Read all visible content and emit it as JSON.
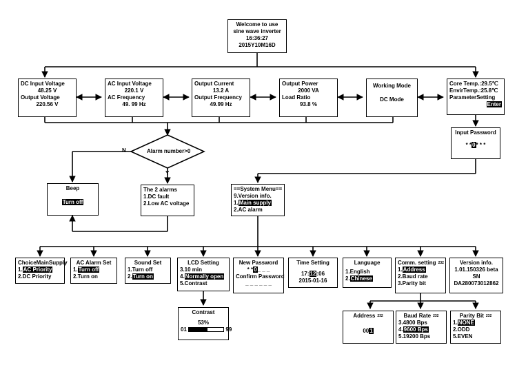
{
  "welcome": {
    "line1": "Welcome to use",
    "line2": "sine wave inverter",
    "time": "16:36:27",
    "date": "2015Y10M16D"
  },
  "screens": {
    "dc": {
      "l1": "DC Input Voltage",
      "v1": "48.25 V",
      "l2": "Output Voltage",
      "v2": "220.56 V"
    },
    "ac": {
      "l1": "AC Input Voltage",
      "v1": "220.1 V",
      "l2": "AC Frequency",
      "v2": "49. 99 Hz"
    },
    "out": {
      "l1": "Output Current",
      "v1": "13.2 A",
      "l2": "Output Frequency",
      "v2": "49.99 Hz"
    },
    "pow": {
      "l1": "Output Power",
      "v1": "2000 VA",
      "l2": "Load Ratio",
      "v2": "93.8 %"
    },
    "mode": {
      "l1": "Working Mode",
      "v1": "DC Mode"
    },
    "temp": {
      "l1": "Core Temp.:29.5℃",
      "l2": "EnvirTemp.:25.8℃",
      "l3": "ParameterSetting",
      "enter": "Enter"
    }
  },
  "alarm": {
    "question": "Alarm number>0",
    "no": "N",
    "yes": "Y"
  },
  "beep": {
    "title": "Beep",
    "state": "Turn off"
  },
  "alarms_box": {
    "title": "The 2 alarms",
    "a1": "1.DC fault",
    "a2": "2.Low AC voltage"
  },
  "password": {
    "title": "Input Password",
    "pre": "* *",
    "digit": "0",
    "post": "* * *"
  },
  "system_menu": {
    "title": "==System Menu==",
    "i9": "9.Version info.",
    "i1n": "1.",
    "i1": "Main supply",
    "i2": "2.AC alarm"
  },
  "submenus": {
    "choice": {
      "title": "ChoiceMainSupply",
      "o1n": "1.",
      "o1": "AC Priority",
      "o2": "2.DC Priority"
    },
    "acalarm": {
      "title": "AC Alarm Set",
      "o1n": "1.",
      "o1": "Turn off",
      "o2": "2.Turn on"
    },
    "sound": {
      "title": "Sound Set",
      "o1": "1.Turn off",
      "o2n": "2.",
      "o2": "Turn on"
    },
    "lcd": {
      "title": "LCD Setting",
      "o3": "3.10  min",
      "o4n": "4.",
      "o4": "Normally open",
      "o5": "5.Contrast"
    },
    "newpwd": {
      "title": "New Password",
      "p1pre": "* *",
      "p1d": "0",
      "p1post": "_ _ _",
      "confirm": "Confirm Password",
      "p2": "_ _ _ _ _ _"
    },
    "timeset": {
      "title": "Time Setting",
      "tpre": "17:",
      "td": "12",
      "tpost": ":06",
      "date": "2015-01-16"
    },
    "language": {
      "title": "Language",
      "o1": "1.English",
      "o2n": "2.",
      "o2": "Chinese"
    },
    "comm": {
      "title": "Comm. setting",
      "sup": "232",
      "o1n": "1.",
      "o1": "Address",
      "o2": "2.Baud rate",
      "o3": "3.Parity bit"
    },
    "version": {
      "title": "Version info.",
      "v": "1.01.150326 beta",
      "sn": "SN",
      "snv": "DA280073012862"
    }
  },
  "contrast": {
    "title": "Contrast",
    "percent": "53%",
    "min": "01",
    "max": "99",
    "level": 0.53
  },
  "address": {
    "title": "Address",
    "sup": "232",
    "pre": "00",
    "digit": "1"
  },
  "baud": {
    "title": "Baud Rate",
    "sup": "232",
    "o3": "3.4800 Bps",
    "o4n": "4.",
    "o4": "9600 Bps",
    "o5": "5.19200 Bps"
  },
  "parity": {
    "title": "Parity Bit",
    "sup": "232",
    "o1n": "1.",
    "o1": "NONE",
    "o2": "2.ODD",
    "o3": "5.EVEN"
  }
}
